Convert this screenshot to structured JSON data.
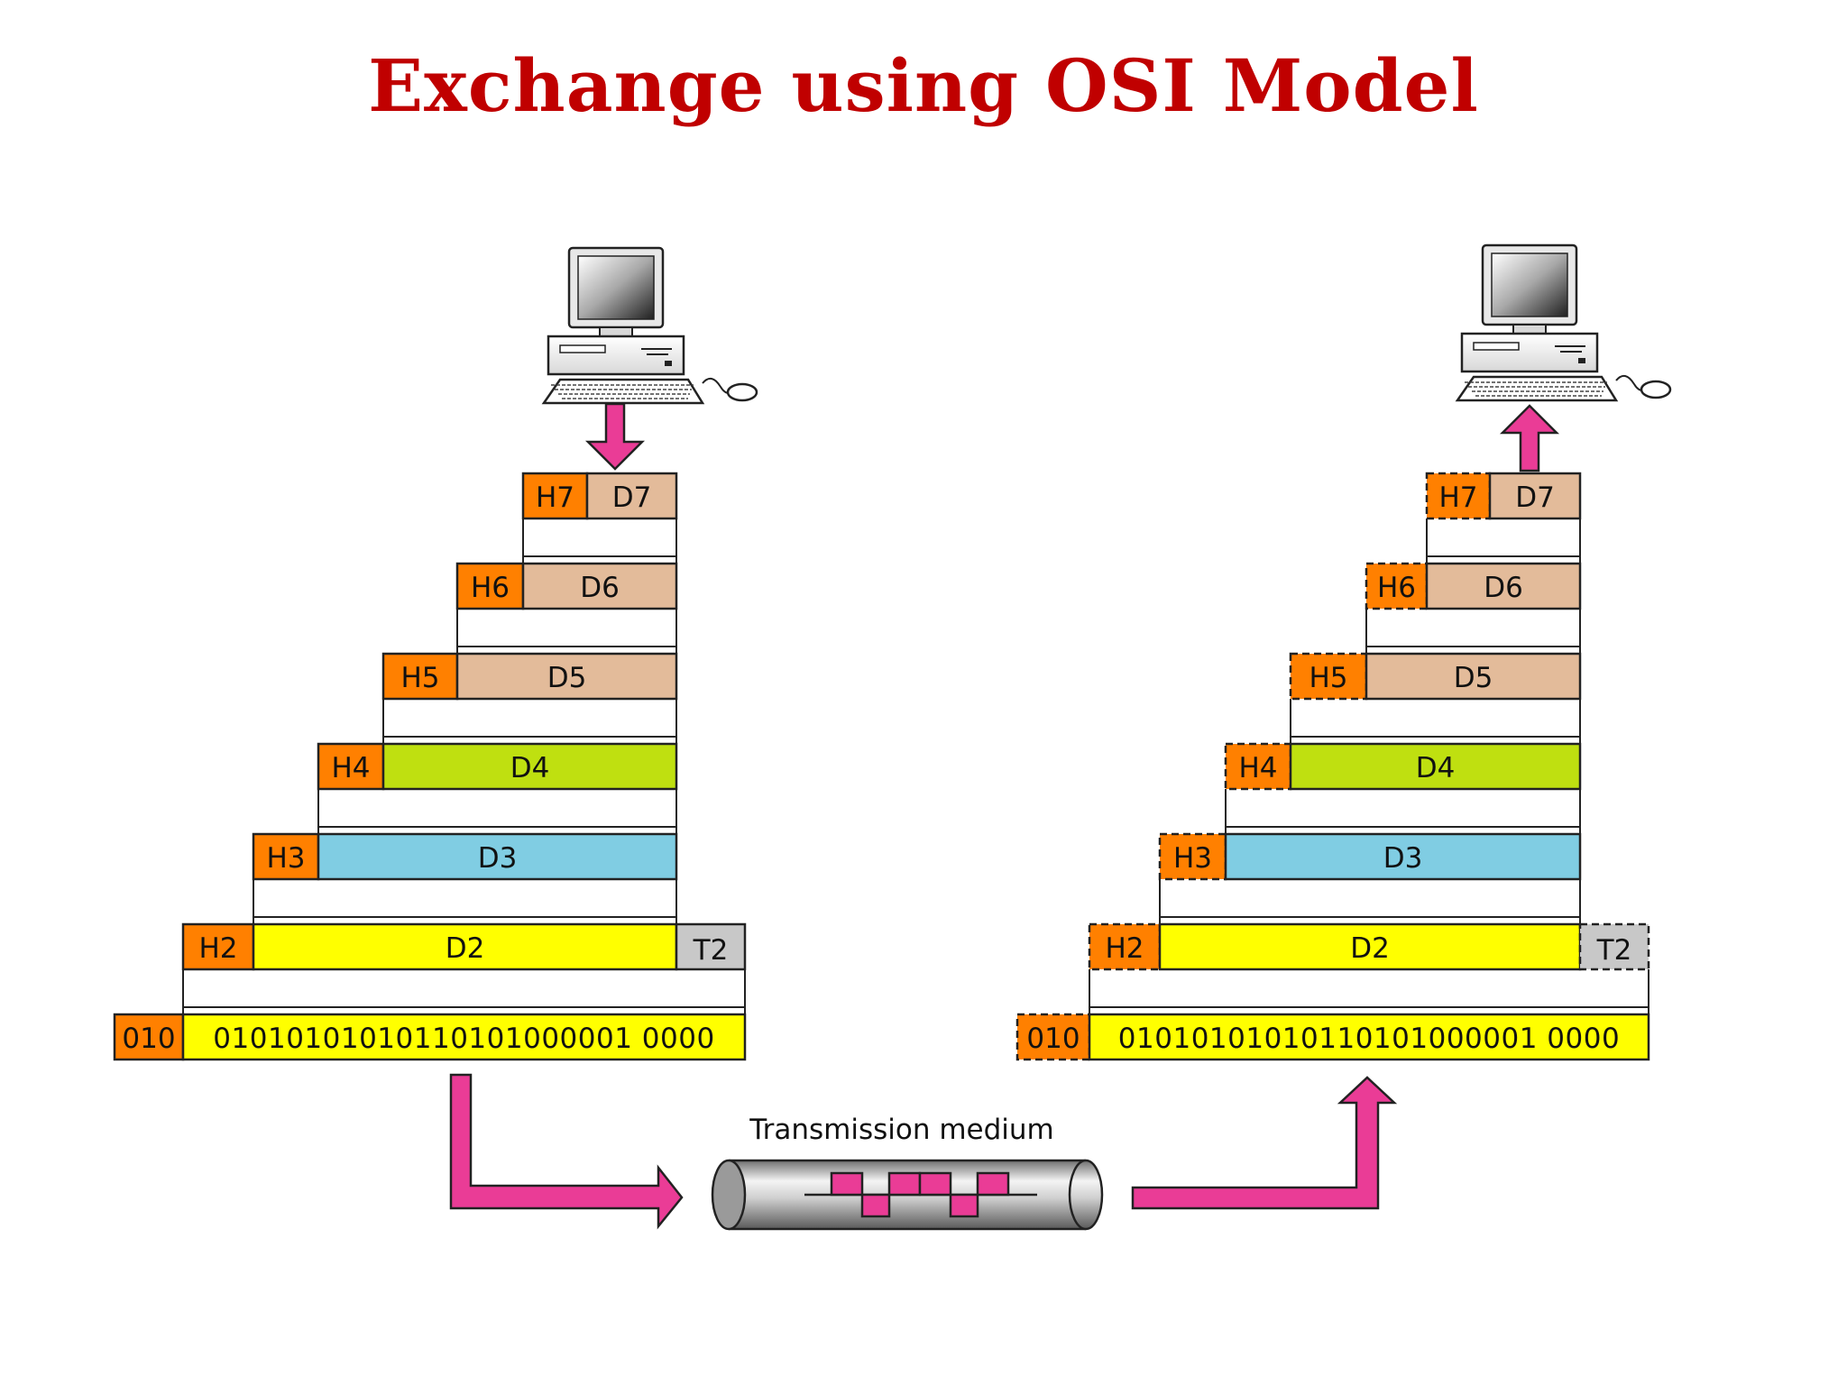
{
  "title": "Exchange using OSI Model",
  "medium_label": "Transmission medium",
  "colors": {
    "title": "#c00000",
    "header": "#ff8000",
    "upper_data": "#e3bb9a",
    "d4": "#bfe010",
    "d3": "#80cde3",
    "d2": "#ffff00",
    "trailer": "#c8c8c8",
    "arrow": "#ea3c96"
  },
  "sender": {
    "layers": [
      {
        "header": "H7",
        "data": "D7"
      },
      {
        "header": "H6",
        "data": "D6"
      },
      {
        "header": "H5",
        "data": "D5"
      },
      {
        "header": "H4",
        "data": "D4"
      },
      {
        "header": "H3",
        "data": "D3"
      },
      {
        "header": "H2",
        "data": "D2",
        "trailer": "T2"
      }
    ],
    "physical": {
      "prefix": "010",
      "bits": "01010101010110101000001 0000"
    }
  },
  "receiver": {
    "layers": [
      {
        "header": "H7",
        "data": "D7"
      },
      {
        "header": "H6",
        "data": "D6"
      },
      {
        "header": "H5",
        "data": "D5"
      },
      {
        "header": "H4",
        "data": "D4"
      },
      {
        "header": "H3",
        "data": "D3"
      },
      {
        "header": "H2",
        "data": "D2",
        "trailer": "T2"
      }
    ],
    "physical": {
      "prefix": "010",
      "bits": "01010101010110101000001 0000"
    }
  }
}
